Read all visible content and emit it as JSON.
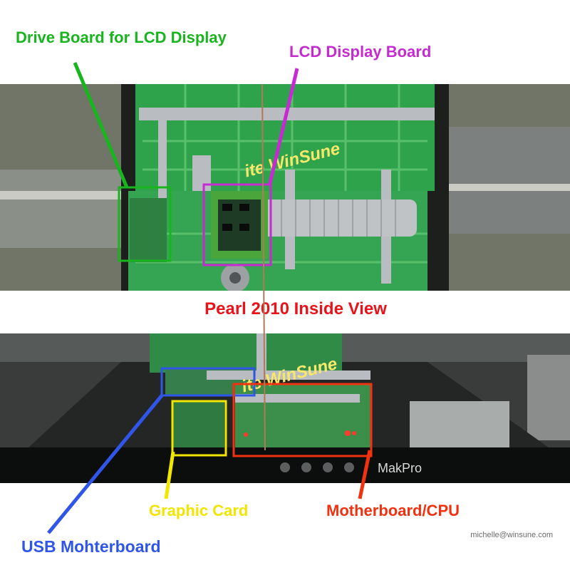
{
  "title": "Pearl 2010 Inside View",
  "labels": {
    "drive_board": "Drive Board for LCD Display",
    "lcd_board": "LCD Display Board",
    "graphic_card": "Graphic Card",
    "motherboard": "Motherboard/CPU",
    "usb_board": "USB Mohterboard"
  },
  "watermark": "ite WinSune",
  "panel_text": "MakPro",
  "email": "michelle@winsune.com",
  "colors": {
    "drive_board": "#19b51f",
    "lcd_board": "#c52bd0",
    "graphic_card": "#f2e600",
    "motherboard": "#f03210",
    "usb_board": "#2f56e8",
    "title": "#e8141b"
  }
}
